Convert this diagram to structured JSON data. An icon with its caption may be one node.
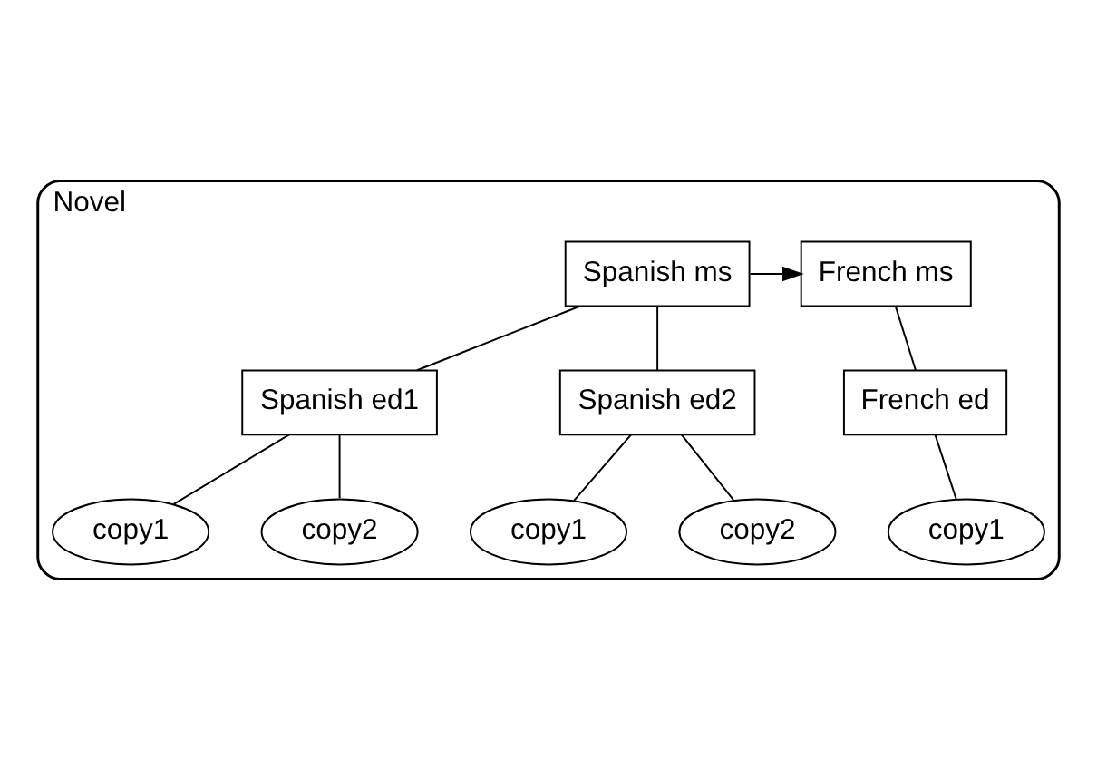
{
  "diagram": {
    "nodes": [
      {
        "text": [
          "Novel"
        ]
      },
      {
        "text": [
          "Spanish ms"
        ],
        "in": 0
      },
      {
        "text": [
          "French ms"
        ],
        "in": 0
      },
      {
        "text": [
          "Spanish ed1"
        ],
        "in": 0
      },
      {
        "text": [
          "Spanish ed2"
        ],
        "in": 0
      },
      {
        "text": [
          "French ed"
        ],
        "in": 0
      },
      {
        "text": [
          "copy1"
        ],
        "in": 0
      },
      {
        "text": [
          "copy2"
        ],
        "in": 0
      },
      {
        "text": [
          "copy1"
        ],
        "in": 0
      },
      {
        "text": [
          "copy2"
        ],
        "in": 0
      },
      {
        "text": [
          "copy1"
        ],
        "in": 0
      }
    ],
    "edges": [
      {
        "from": 1,
        "to": 2,
        "arrow": "to"
      },
      {
        "from": 1,
        "to": 3,
        "arrow": "none"
      },
      {
        "from": 1,
        "to": 4,
        "arrow": "none"
      },
      {
        "from": 2,
        "to": 5,
        "arrow": "none"
      },
      {
        "from": 3,
        "to": 6,
        "arrow": "none"
      },
      {
        "from": 3,
        "to": 7,
        "arrow": "none"
      },
      {
        "from": 4,
        "to": 8,
        "arrow": "none"
      },
      {
        "from": 4,
        "to": 9,
        "arrow": "none"
      },
      {
        "from": 5,
        "to": 10,
        "arrow": "none"
      }
    ]
  }
}
